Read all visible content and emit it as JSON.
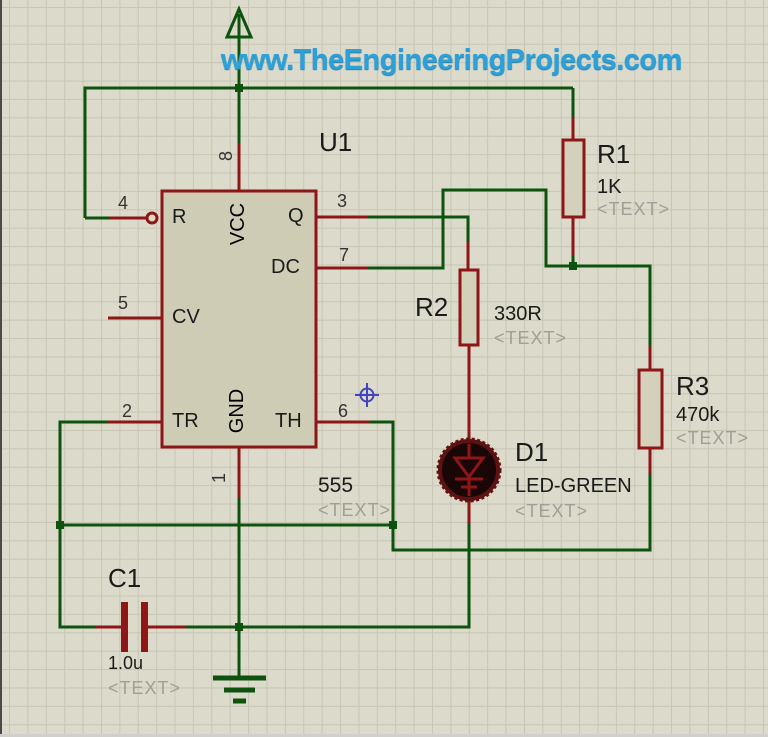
{
  "watermark": {
    "text": "www.TheEngineeringProjects.com"
  },
  "ic": {
    "ref": "U1",
    "value": "555",
    "placeholder": "<TEXT>",
    "pins": {
      "r": {
        "num": "4",
        "label": "R"
      },
      "vcc": {
        "num": "8",
        "label": "VCC"
      },
      "q": {
        "num": "3",
        "label": "Q"
      },
      "dc": {
        "num": "7",
        "label": "DC"
      },
      "cv": {
        "num": "5",
        "label": "CV"
      },
      "tr": {
        "num": "2",
        "label": "TR"
      },
      "gnd": {
        "num": "1",
        "label": "GND"
      },
      "th": {
        "num": "6",
        "label": "TH"
      }
    }
  },
  "resistors": [
    {
      "ref": "R1",
      "value": "1K",
      "placeholder": "<TEXT>"
    },
    {
      "ref": "R2",
      "value": "330R",
      "placeholder": "<TEXT>"
    },
    {
      "ref": "R3",
      "value": "470k",
      "placeholder": "<TEXT>"
    }
  ],
  "led": {
    "ref": "D1",
    "value": "LED-GREEN",
    "placeholder": "<TEXT>"
  },
  "capacitor": {
    "ref": "C1",
    "value": "1.0u",
    "placeholder": "<TEXT>"
  },
  "icons": {
    "power": "power-arrow",
    "ground": "ground-symbol",
    "origin_marker": "origin-marker"
  },
  "colors": {
    "wire_green": "#0d530d",
    "pin_red": "#8e1616",
    "component_fill": "#cfccb6",
    "resistor_fill": "#d3d0bc",
    "background": "#dcdaca",
    "grid_line": "#c7c5b5",
    "watermark_blue": "#2da0d8",
    "label_gray": "#a09f97",
    "text_black": "#1a1a1a",
    "led_body": "#190606",
    "led_ring": "#5d1111",
    "marker_blue": "#4444bd"
  }
}
